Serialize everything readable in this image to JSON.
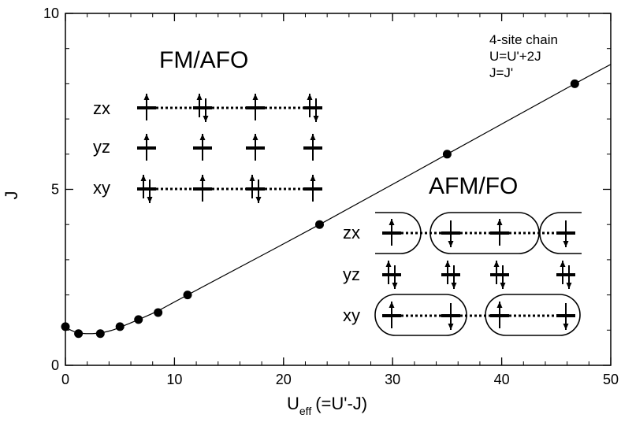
{
  "chart_data": {
    "type": "line",
    "x": [
      0,
      1.2,
      3.2,
      5,
      6.7,
      8.5,
      11.2,
      23.3,
      35,
      46.7
    ],
    "series": [
      {
        "values": [
          1.1,
          0.9,
          0.9,
          1.1,
          1.3,
          1.5,
          2.0,
          4.0,
          6.0,
          8.0
        ]
      }
    ],
    "fit_line": {
      "x": [
        0,
        0.5,
        1.2,
        2.2,
        3.2,
        4.2,
        5,
        6.7,
        8.5,
        11.2,
        23.3,
        35,
        46.7,
        50
      ],
      "y": [
        1.1,
        1.0,
        0.92,
        0.9,
        0.92,
        0.99,
        1.08,
        1.3,
        1.55,
        2.0,
        4.0,
        6.0,
        8.0,
        8.55
      ]
    },
    "xlim": [
      0,
      50
    ],
    "ylim": [
      0,
      10
    ],
    "x_ticks": [
      0,
      10,
      20,
      30,
      40,
      50
    ],
    "y_ticks": [
      0,
      5,
      10
    ],
    "x_minor_step": 2,
    "y_minor_step": 1,
    "xlabel_main": "U",
    "xlabel_sub": "eff",
    "xlabel_suffix": "(=U'-J)",
    "ylabel": "J",
    "grid": false,
    "annotations": {
      "note_lines": [
        "4-site chain",
        "U=U'+2J",
        "J=J'"
      ],
      "phase_fm": "FM/AFO",
      "phase_afm": "AFM/FO",
      "orbitals": [
        "zx",
        "yz",
        "xy"
      ],
      "fm_rows": [
        {
          "orbital": "zx",
          "sites": [
            "up",
            "pair",
            "up",
            "pair"
          ],
          "bonds": true
        },
        {
          "orbital": "yz",
          "sites": [
            "up",
            "up",
            "up",
            "up"
          ],
          "bonds": false
        },
        {
          "orbital": "xy",
          "sites": [
            "pair",
            "up",
            "pair",
            "up"
          ],
          "bonds": true
        }
      ],
      "afm_rows": [
        {
          "orbital": "zx",
          "sites": [
            "up",
            "down",
            "up",
            "down"
          ],
          "bonds": true
        },
        {
          "orbital": "yz",
          "sites": [
            "pair",
            "pair",
            "pair",
            "pair"
          ],
          "bonds": false
        },
        {
          "orbital": "xy",
          "sites": [
            "up",
            "down",
            "up",
            "down"
          ],
          "bonds": true
        }
      ]
    }
  }
}
